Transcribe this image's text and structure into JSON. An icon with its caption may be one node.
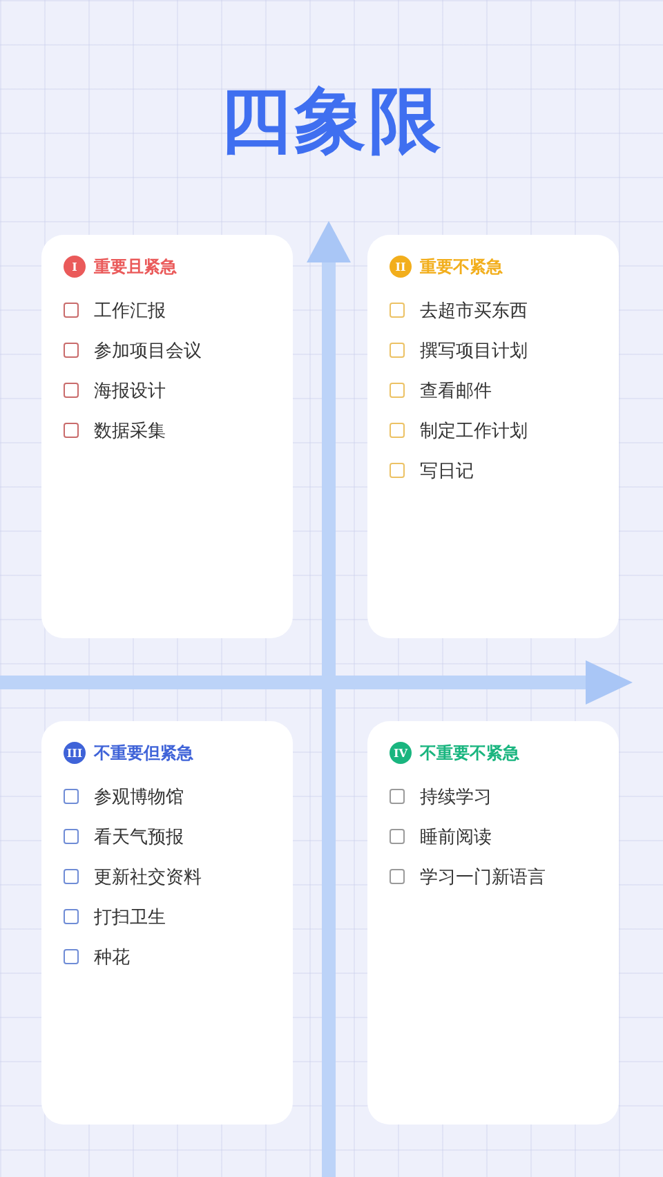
{
  "diagram": {
    "title": "四象限",
    "nodes": [
      {
        "text": [
          "I",
          "重要且紧急",
          "工作汇报",
          "参加项目会议",
          "海报设计",
          "数据采集"
        ]
      },
      {
        "text": [
          "II",
          "重要不紧急",
          "去超市买东西",
          "撰写项目计划",
          "查看邮件",
          "制定工作计划",
          "写日记"
        ]
      },
      {
        "text": [
          "III",
          "不重要但紧急",
          "参观博物馆",
          "看天气预报",
          "更新社交资料",
          "打扫卫生",
          "种花"
        ]
      },
      {
        "text": [
          "IV",
          "不重要不紧急",
          "持续学习",
          "睡前阅读",
          "学习一门新语言"
        ]
      }
    ],
    "edges": []
  }
}
